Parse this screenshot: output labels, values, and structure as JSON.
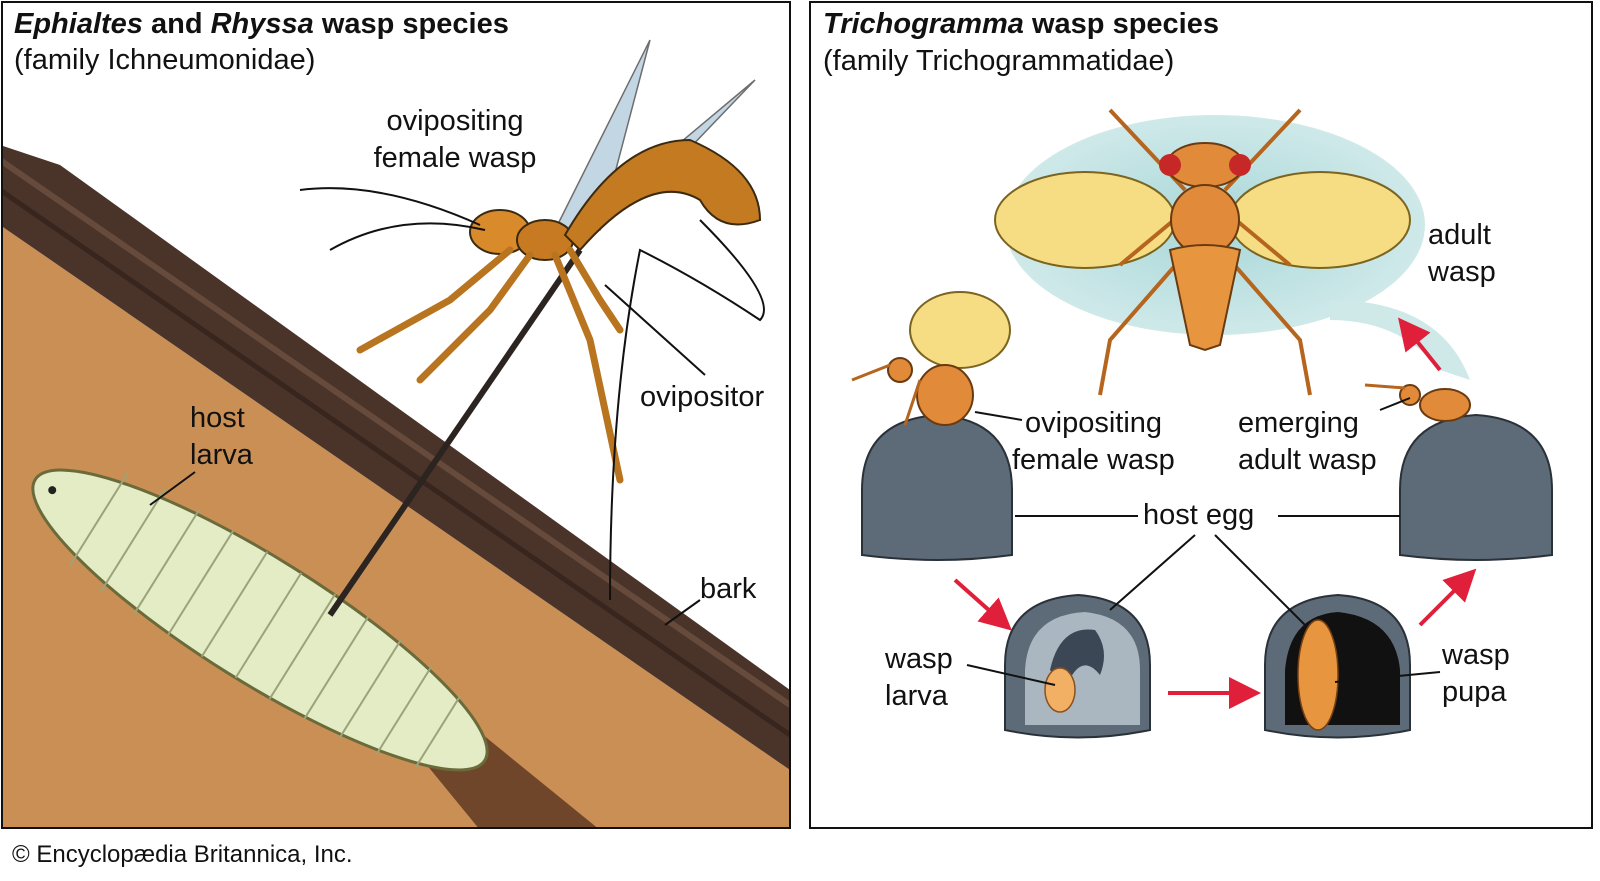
{
  "left_panel": {
    "title_genus1": "Ephialtes",
    "title_and": " and ",
    "title_genus2": "Rhyssa",
    "title_rest": " wasp species",
    "subtitle": "(family Ichneumonidae)",
    "labels": {
      "ovipositing_line1": "ovipositing",
      "ovipositing_line2": "female wasp",
      "ovipositor": "ovipositor",
      "host_line1": "host",
      "host_line2": "larva",
      "bark": "bark"
    }
  },
  "right_panel": {
    "title_genus": "Trichogramma",
    "title_rest": " wasp species",
    "subtitle": "(family Trichogrammatidae)",
    "labels": {
      "adult_line1": "adult",
      "adult_line2": "wasp",
      "ovipositing_line1": "ovipositing",
      "ovipositing_line2": "female wasp",
      "emerging_line1": "emerging",
      "emerging_line2": "adult wasp",
      "host_egg": "host egg",
      "larva_line1": "wasp",
      "larva_line2": "larva",
      "pupa_line1": "wasp",
      "pupa_line2": "pupa"
    }
  },
  "credit": "© Encyclopædia Britannica, Inc.",
  "colors": {
    "arrow": "#e0203a",
    "wood": "#c98f55",
    "bark": "#4a3328",
    "egg": "#5d6b78",
    "wasp": "#d98a2b",
    "halo": "#bfe1e2"
  }
}
